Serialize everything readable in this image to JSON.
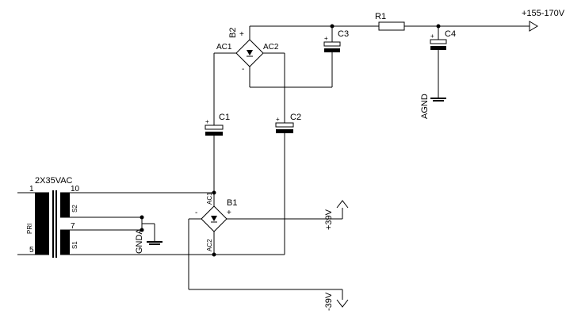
{
  "labels": {
    "output_voltage": "+155-170V",
    "r1": "R1",
    "b2": "B2",
    "b2_plus": "+",
    "b2_minus": "-",
    "b2_ac1": "AC1",
    "b2_ac2": "AC2",
    "c3": "C3",
    "c3_plus": "+",
    "c4": "C4",
    "c4_plus": "+",
    "agnd": "AGND",
    "c1": "C1",
    "c1_plus": "+",
    "c2": "C2",
    "c2_plus": "+",
    "transformer": "2X35VAC",
    "pin1": "1",
    "pin10": "10",
    "pin7": "7",
    "pin5": "5",
    "pri": "PRI",
    "s2": "S2",
    "s1": "S1",
    "b1": "B1",
    "b1_plus": "+",
    "b1_minus": "-",
    "b1_ac1": "AC1",
    "b1_ac2": "AC2",
    "gnda": "GNDA",
    "plus39": "+39V",
    "minus39": "-39V"
  }
}
